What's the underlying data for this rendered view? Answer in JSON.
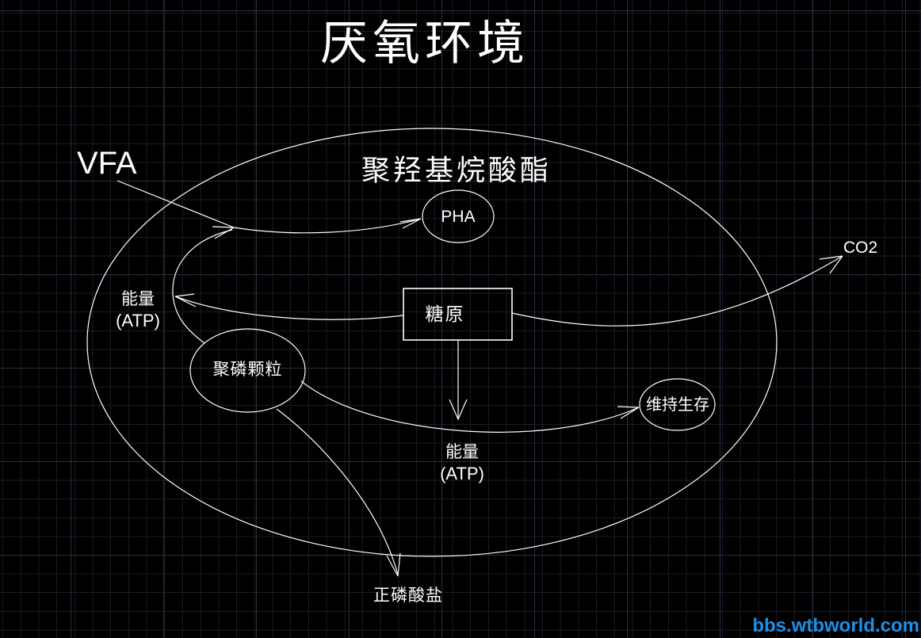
{
  "title": "厌氧环境",
  "labels": {
    "vfa": "VFA",
    "pha_full": "聚羟基烷酸酯",
    "pha": "PHA",
    "co2": "CO2",
    "energy_cjk": "能量",
    "energy_atp": "(ATP)",
    "glycogen": "糖原",
    "polyp": "聚磷颗粒",
    "maintain": "维持生存",
    "orthophosphate": "正磷酸盐"
  },
  "watermark": "bbs.wtbworld.com",
  "colors": {
    "background": "#000000",
    "line": "#ffffff",
    "grid_minor": "#1b1b27",
    "grid_major": "#2e2e3f",
    "watermark": "#1E8FE6"
  }
}
